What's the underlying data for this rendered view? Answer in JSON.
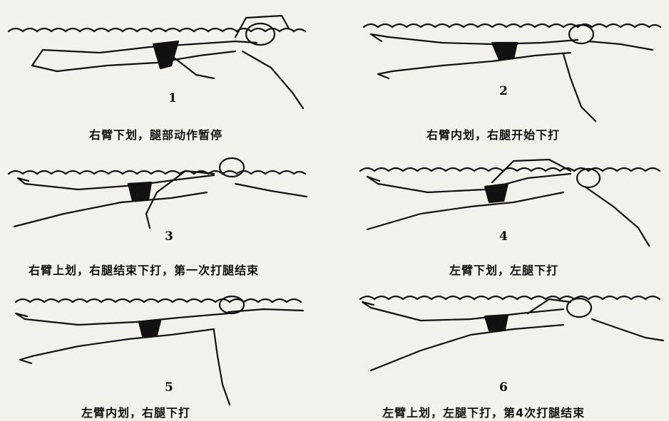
{
  "panels": [
    {
      "number": "1",
      "caption": "右臂下划，腿部动作暂停"
    },
    {
      "number": "2",
      "caption": "右臂内划，右腿开始下打"
    },
    {
      "number": "3",
      "caption": "右臂上划，右腿结束下打，第一次打腿结束"
    },
    {
      "number": "4",
      "caption": "左臂下划，左腿下打"
    },
    {
      "number": "5",
      "caption": "左臂内划，右腿下打"
    },
    {
      "number": "6",
      "caption": "左臂上划，左腿下打，第4次打腿结束"
    }
  ],
  "colors": {
    "paper": "#f2f1ec",
    "ink": "#111111",
    "bleed": "#c9c8c2"
  }
}
